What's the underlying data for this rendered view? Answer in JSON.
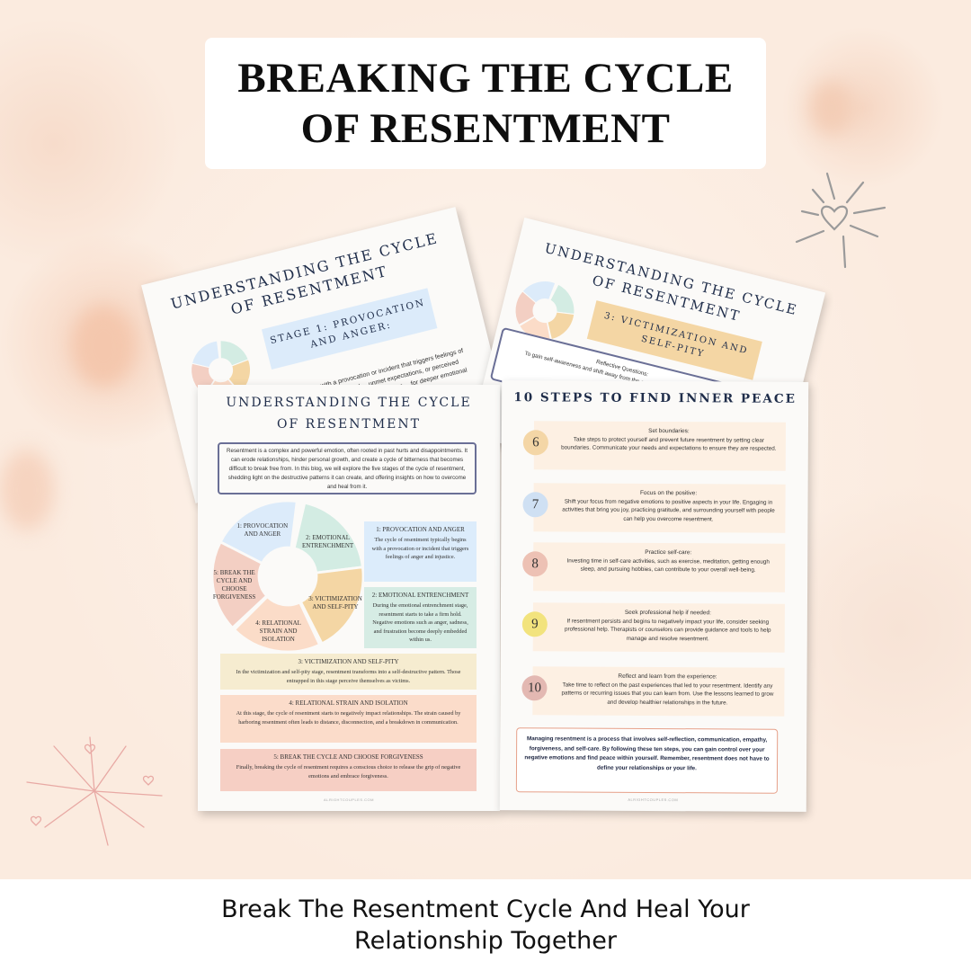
{
  "header": {
    "title": "BREAKING THE CYCLE OF RESENTMENT"
  },
  "caption": "Break The Resentment Cycle And Heal Your Relationship Together",
  "back_left": {
    "title": "UNDERSTANDING THE CYCLE OF RESENTMENT",
    "stage_label": "STAGE 1: PROVOCATION AND ANGER:",
    "text": "The cycle of resentment typically begins with a provocation or incident that triggers feelings of anger and injustice. This stage often involves hurtful ... unmet expectations, or perceived insults. The initial anger ... response to the provocation, but when not ... for deeper emotional wounds."
  },
  "back_right": {
    "title": "UNDERSTANDING THE CYCLE OF RESENTMENT",
    "stage_label": "3: VICTIMIZATION AND SELF-PITY",
    "box_heading": "Reflective Questions:",
    "box_text": "To gain self-awareness and shift away from the cycle of ... consider these ref..."
  },
  "front_left": {
    "title": "UNDERSTANDING THE CYCLE OF RESENTMENT",
    "intro": "Resentment is a complex and powerful emotion, often rooted in past hurts and disappointments. It can erode relationships, hinder personal growth, and create a cycle of bitterness that becomes difficult to break free from. In this blog, we will explore the five stages of the cycle of resentment, shedding light on the destructive patterns it can create, and offering insights on how to overcome and heal from it.",
    "wheel": [
      {
        "label": "1: PROVOCATION AND ANGER",
        "color": "#dcebfa"
      },
      {
        "label": "2: EMOTIONAL ENTRENCHMENT",
        "color": "#d3ece3"
      },
      {
        "label": "3: VICTIMIZATION AND SELF-PITY",
        "color": "#f4d6a4"
      },
      {
        "label": "4: RELATIONAL STRAIN AND ISOLATION",
        "color": "#fbdcc8"
      },
      {
        "label": "5: BREAK THE CYCLE AND CHOOSE FORGIVENESS",
        "color": "#f3cfc3"
      }
    ],
    "stages": [
      {
        "heading": "1: PROVOCATION AND ANGER",
        "text": "The cycle of resentment typically begins with a provocation or incident that triggers feelings of anger and injustice.",
        "color": "#dcecfb"
      },
      {
        "heading": "2: EMOTIONAL ENTRENCHMENT",
        "text": "During the emotional entrenchment stage, resentment starts to take a firm hold. Negative emotions such as anger, sadness, and frustration become deeply embedded within us.",
        "color": "#d6ece4"
      },
      {
        "heading": "3: VICTIMIZATION AND SELF-PITY",
        "text": "In the victimization and self-pity stage, resentment transforms into a self-destructive pattern. Those entrapped in this stage perceive themselves as victims.",
        "color": "#f6ecd0"
      },
      {
        "heading": "4: RELATIONAL STRAIN AND ISOLATION",
        "text": "At this stage, the cycle of resentment starts to negatively impact relationships. The strain caused by harboring resentment often leads to distance, disconnection, and a breakdown in communication.",
        "color": "#fbdcca"
      },
      {
        "heading": "5: BREAK THE CYCLE AND CHOOSE FORGIVENESS",
        "text": "Finally, breaking the cycle of resentment requires a conscious choice to release the grip of negative emotions and embrace forgiveness.",
        "color": "#f6cfc4"
      }
    ],
    "footer": "ALRIGHTCOUPLES.COM"
  },
  "front_right": {
    "title": "10 STEPS TO FIND INNER PEACE",
    "steps": [
      {
        "num": "6",
        "heading": "Set boundaries:",
        "text": "Take steps to protect yourself and prevent future resentment by setting clear boundaries. Communicate your needs and expectations to ensure they are respected.",
        "color": "#f4d6a6"
      },
      {
        "num": "7",
        "heading": "Focus on the positive:",
        "text": "Shift your focus from negative emotions to positive aspects in your life. Engaging in activities that bring you joy, practicing gratitude, and surrounding yourself with people can help you overcome resentment.",
        "color": "#cfe0f3"
      },
      {
        "num": "8",
        "heading": "Practice self-care:",
        "text": "Investing time in self-care activities, such as exercise, meditation, getting enough sleep, and pursuing hobbies, can contribute to your overall well-being.",
        "color": "#edc1b4"
      },
      {
        "num": "9",
        "heading": "Seek professional help if needed:",
        "text": "If resentment persists and begins to negatively impact your life, consider seeking professional help. Therapists or counselors can provide guidance and tools to help manage and resolve resentment.",
        "color": "#f2e37d"
      },
      {
        "num": "10",
        "heading": "Reflect and learn from the experience:",
        "text": "Take time to reflect on the past experiences that led to your resentment. Identify any patterns or recurring issues that you can learn from. Use the lessons learned to grow and develop healthier relationships in the future.",
        "color": "#e3b8b2"
      }
    ],
    "conclusion": "Managing resentment is a process that involves self-reflection, communication, empathy, forgiveness, and self-care. By following these ten steps, you can gain control over your negative emotions and find peace within yourself. Remember, resentment does not have to define your relationships or your life.",
    "footer": "ALRIGHTCOUPLES.COM"
  }
}
